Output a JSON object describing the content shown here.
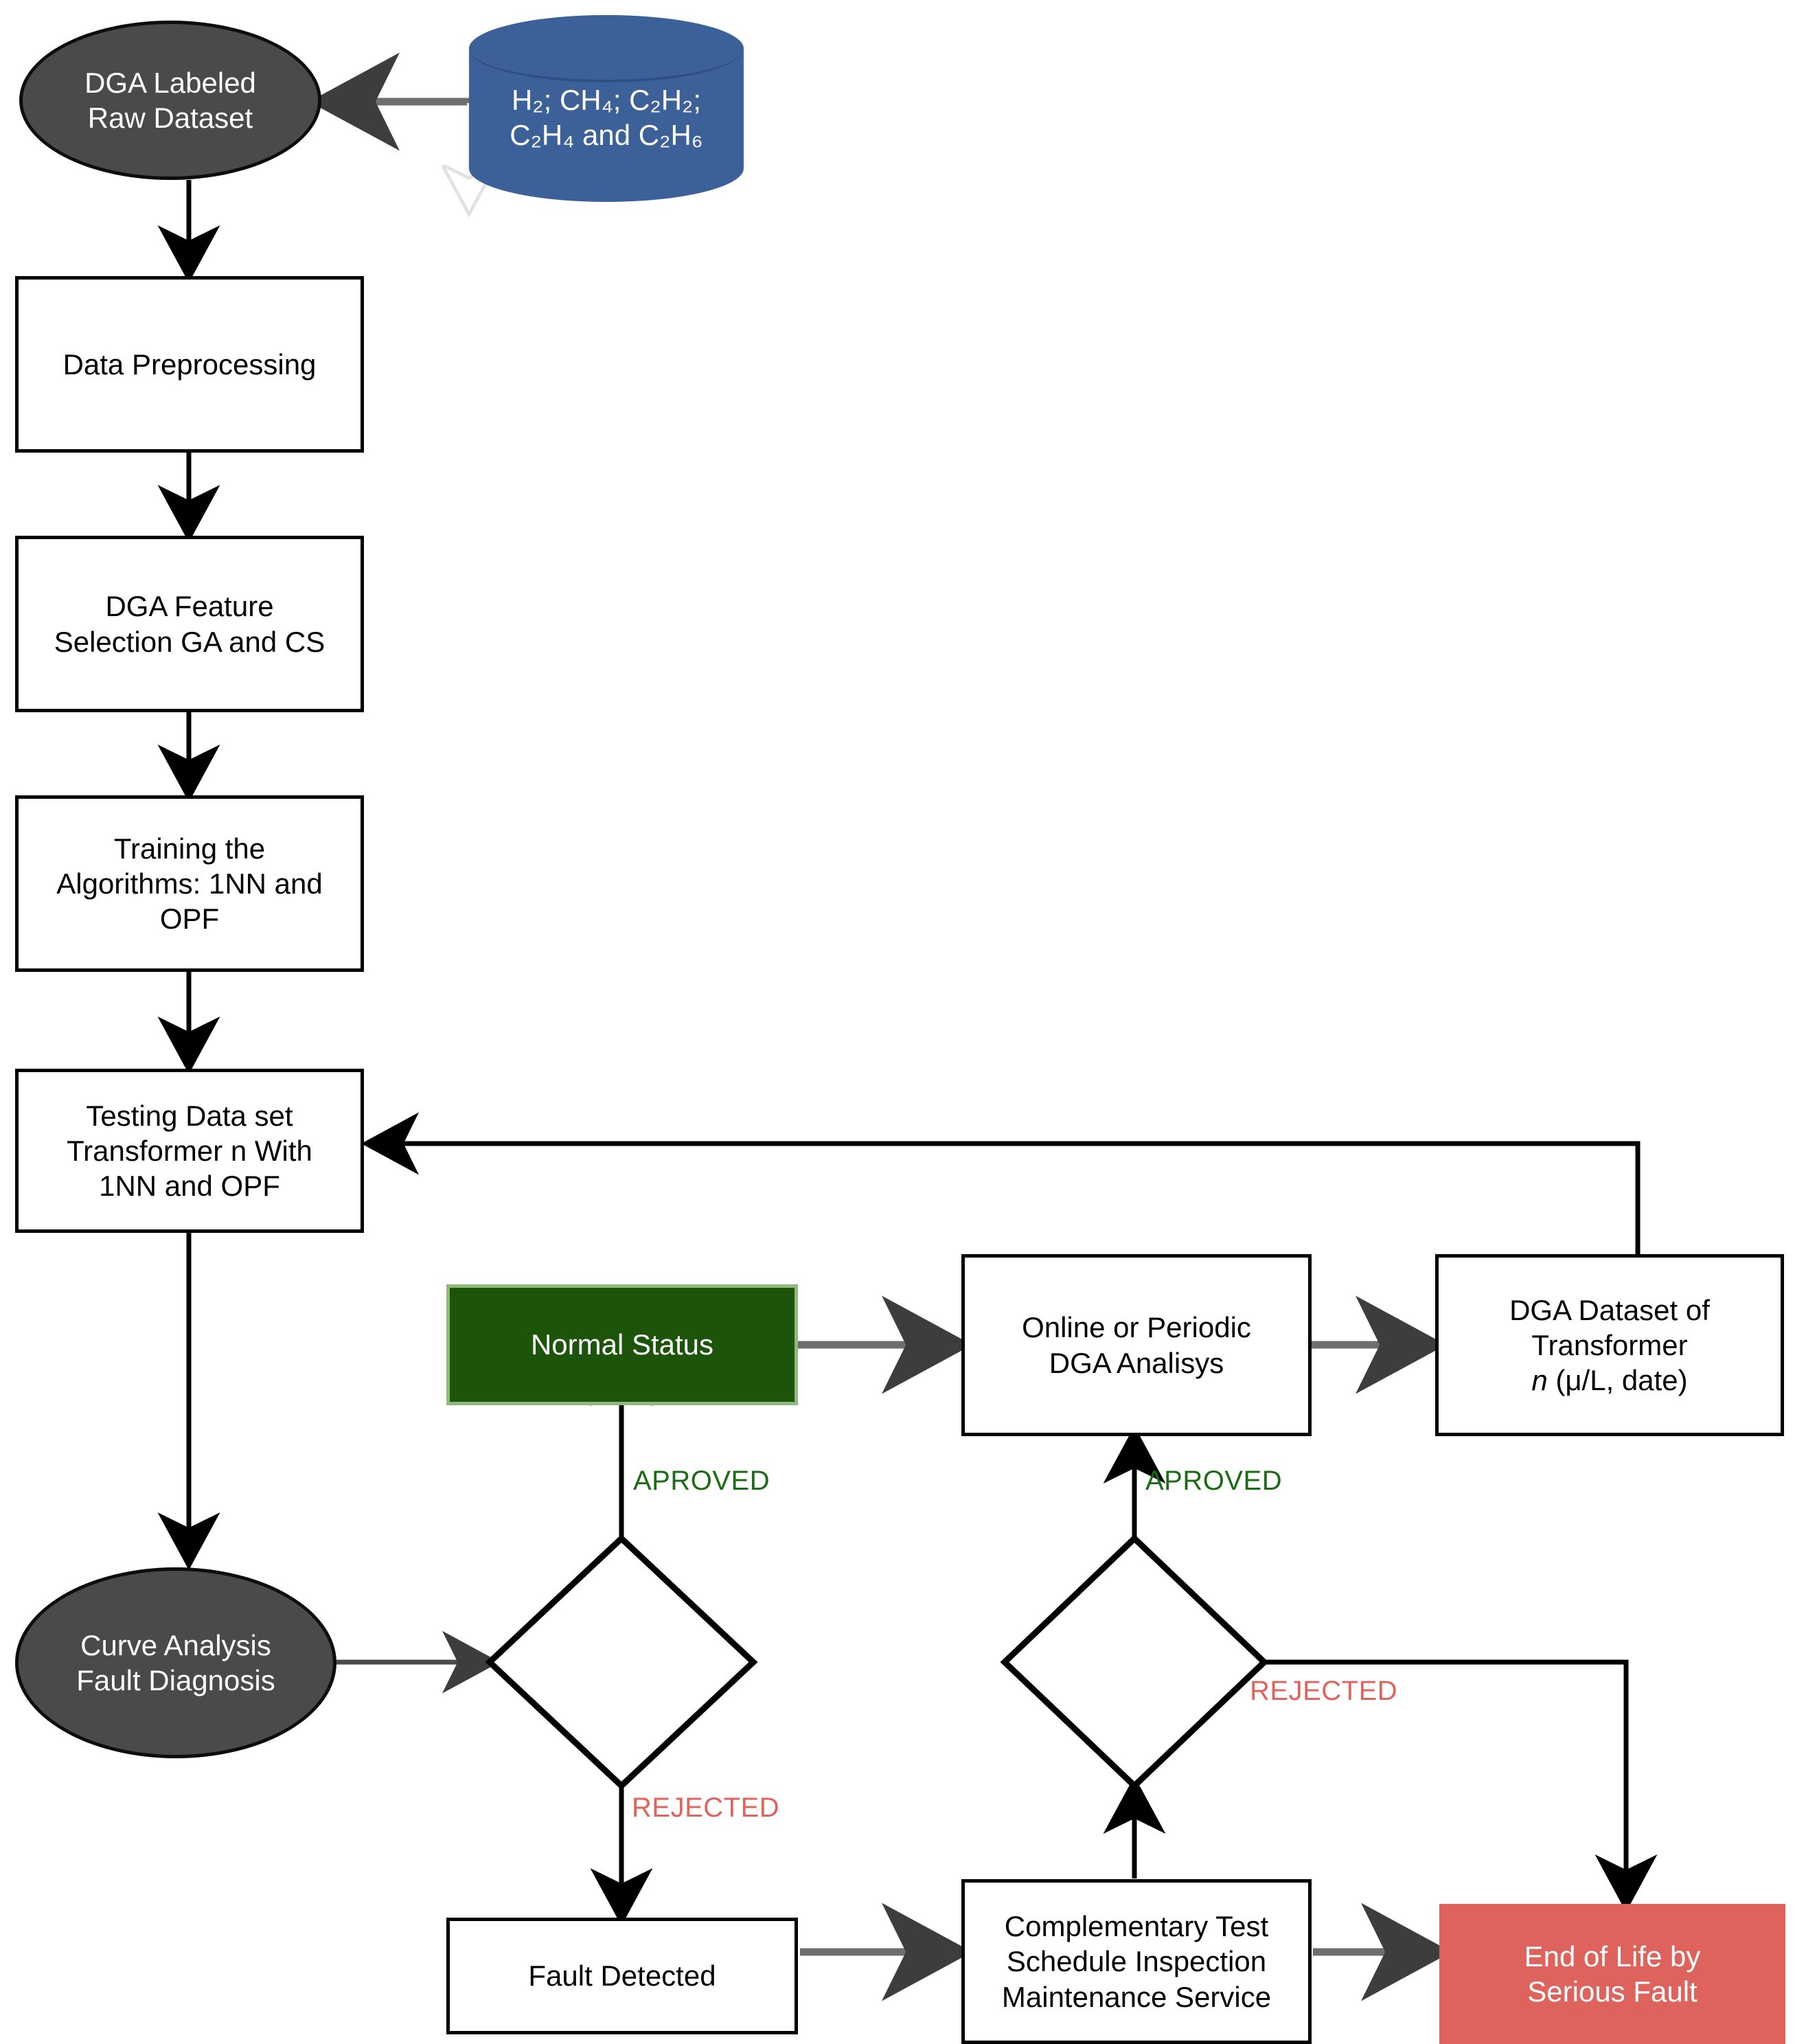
{
  "diagram": {
    "type": "flowchart",
    "title": "DGA transformer fault diagnosis workflow",
    "colors": {
      "terminator_fill": "#4a4a4a",
      "database_fill": "#3c6098",
      "normal_status_fill": "#1c5409",
      "end_of_life_fill": "#dd635c",
      "approved_text": "#1c6b15",
      "rejected_text": "#e0645e",
      "box_stroke": "#000000",
      "page_background": "#ffffff"
    },
    "nodes": {
      "raw_dataset": {
        "label": "DGA Labeled\nRaw Dataset",
        "shape": "ellipse"
      },
      "gas_database": {
        "label": "H₂; CH₄; C₂H₂;\nC₂H₄ and C₂H₆",
        "shape": "cylinder"
      },
      "preprocessing": {
        "label": "Data Preprocessing",
        "shape": "rectangle"
      },
      "feature_selection": {
        "label": "DGA Feature\nSelection GA and CS",
        "shape": "rectangle"
      },
      "training": {
        "label": "Training the\nAlgorithms: 1NN and\nOPF",
        "shape": "rectangle"
      },
      "testing": {
        "label": "Testing Data set\nTransformer n With\n1NN and OPF",
        "shape": "rectangle"
      },
      "curve_analysis": {
        "label": "Curve Analysis\nFault Diagnosis",
        "shape": "ellipse"
      },
      "decision_one": {
        "label": "",
        "shape": "diamond"
      },
      "decision_two": {
        "label": "",
        "shape": "diamond"
      },
      "normal_status": {
        "label": "Normal Status",
        "shape": "rectangle"
      },
      "dga_analysis": {
        "label": "Online  or Periodic\nDGA Analisys",
        "shape": "rectangle"
      },
      "dga_dataset": {
        "label_line1": "DGA Dataset of",
        "label_line2": "Transformer",
        "label_line3_italic": "n",
        "label_line3_rest": " (μ/L, date)",
        "shape": "rectangle"
      },
      "fault_detected": {
        "label": "Fault Detected",
        "shape": "rectangle"
      },
      "complementary_test": {
        "label": "Complementary Test\nSchedule Inspection\nMaintenance Service",
        "shape": "rectangle"
      },
      "end_of_life": {
        "label": "End of Life by\nSerious Fault",
        "shape": "rectangle"
      }
    },
    "edge_labels": {
      "approved_left": "APROVED",
      "approved_right": "APROVED",
      "rejected_left": "REJECTED",
      "rejected_right": "REJECTED"
    }
  }
}
